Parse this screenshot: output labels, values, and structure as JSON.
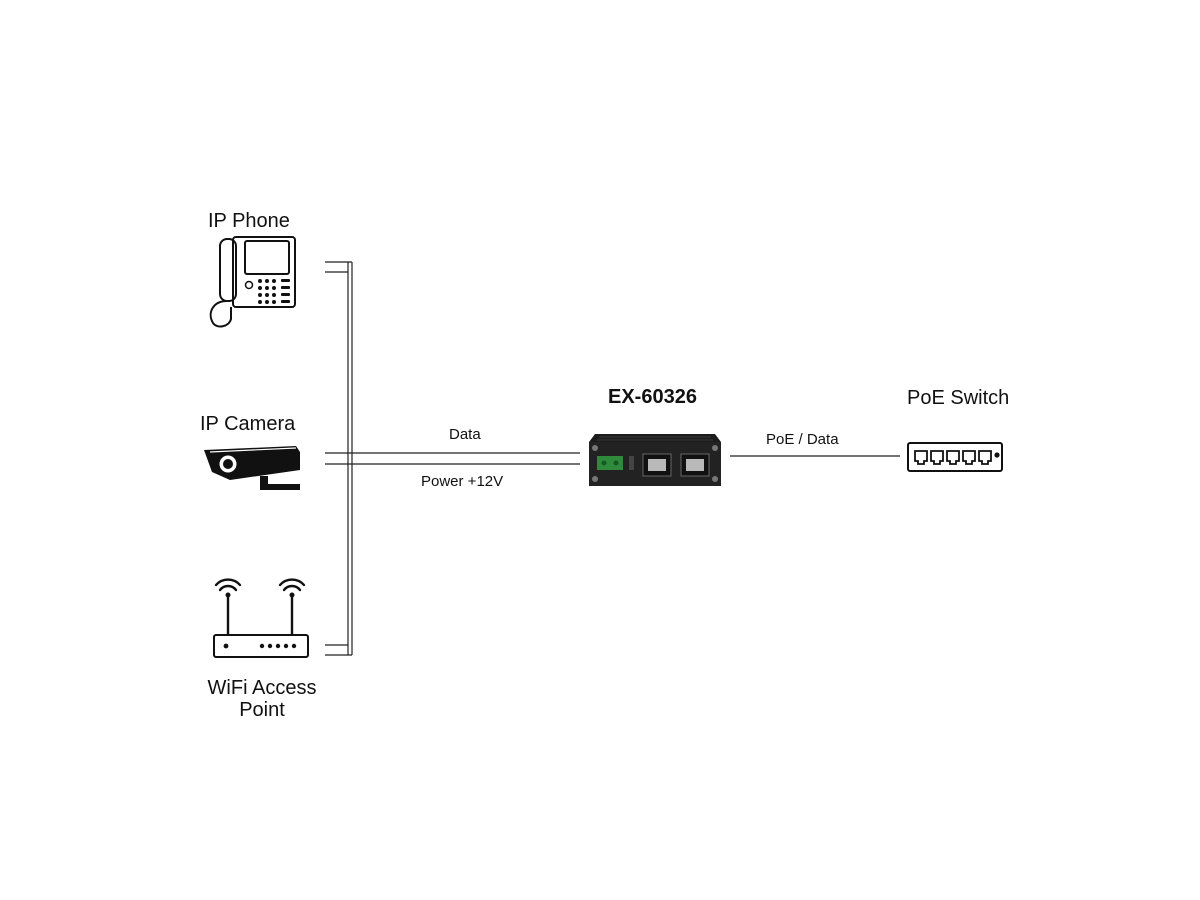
{
  "devices": {
    "ip_phone": {
      "label": "IP Phone"
    },
    "ip_camera": {
      "label": "IP Camera"
    },
    "wifi_ap": {
      "label_line1": "WiFi Access",
      "label_line2": "Point"
    },
    "splitter": {
      "label": "EX-60326"
    },
    "poe_switch": {
      "label": "PoE Switch"
    }
  },
  "links": {
    "data": "Data",
    "power": "Power +12V",
    "poe_data": "PoE / Data"
  },
  "colors": {
    "line": "#222222",
    "device_body": "#1c1c1c",
    "terminal": "#2e8b3c"
  }
}
